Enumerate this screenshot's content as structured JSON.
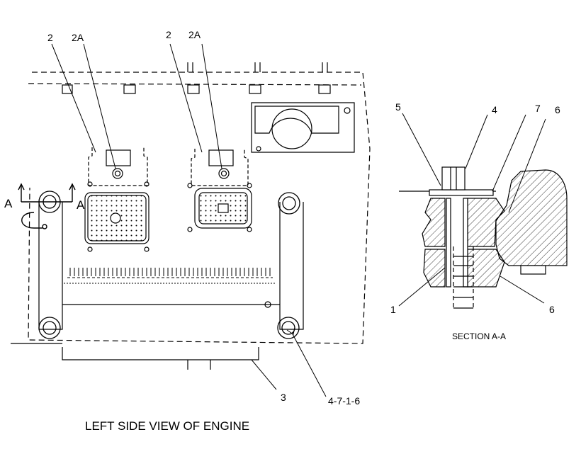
{
  "callouts": {
    "left_2a": "2",
    "left_2Aa": "2A",
    "left_2b": "2",
    "left_2Ab": "2A",
    "section_marker_left": "A",
    "section_marker_right": "A",
    "part_3": "3",
    "part_4716": "4-7-1-6",
    "sec_5": "5",
    "sec_4": "4",
    "sec_7": "7",
    "sec_6_top": "6",
    "sec_1": "1",
    "sec_6_bottom": "6"
  },
  "captions": {
    "left_view": "LEFT SIDE VIEW OF ENGINE",
    "section_view": "SECTION A-A"
  }
}
